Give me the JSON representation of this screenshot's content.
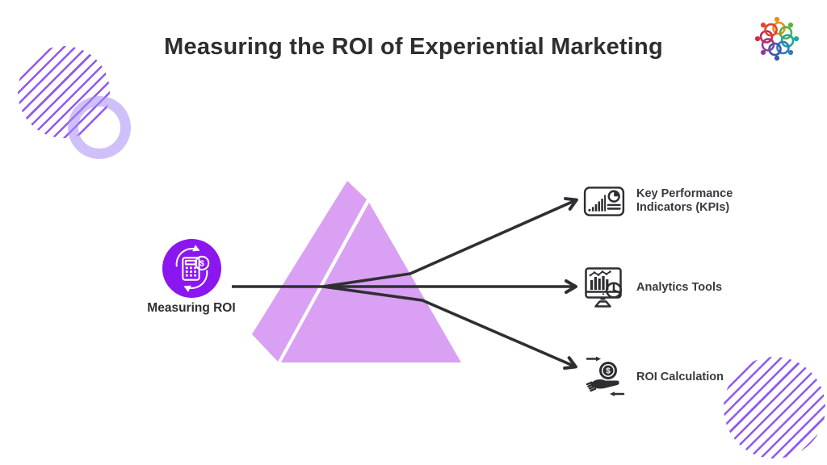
{
  "title": "Measuring the ROI of Experiential Marketing",
  "source": {
    "label": "Measuring ROI",
    "icon": "calculator-sync-icon"
  },
  "outputs": [
    {
      "label": "Key Performance Indicators (KPIs)",
      "icon": "kpi-dashboard-icon"
    },
    {
      "label": "Analytics Tools",
      "icon": "analytics-monitor-icon"
    },
    {
      "label": "ROI Calculation",
      "icon": "hand-coin-icon"
    }
  ],
  "glyphs": {
    "dollar": "$"
  },
  "colors": {
    "bg": "#ffffff",
    "ink": "#2e2e31",
    "label": "#3a3a3e",
    "line": "#2f2f33",
    "prism": "#d9a0f3",
    "accent": "#8a16f0",
    "hatch": "#7c3aed",
    "ring": "rgba(170,140,245,0.55)"
  },
  "logo": {
    "colors": [
      "#ef8c1a",
      "#53b348",
      "#1ba79b",
      "#2e7bbf",
      "#3558a8",
      "#8a3d9e",
      "#c62b52",
      "#e0432c"
    ]
  }
}
